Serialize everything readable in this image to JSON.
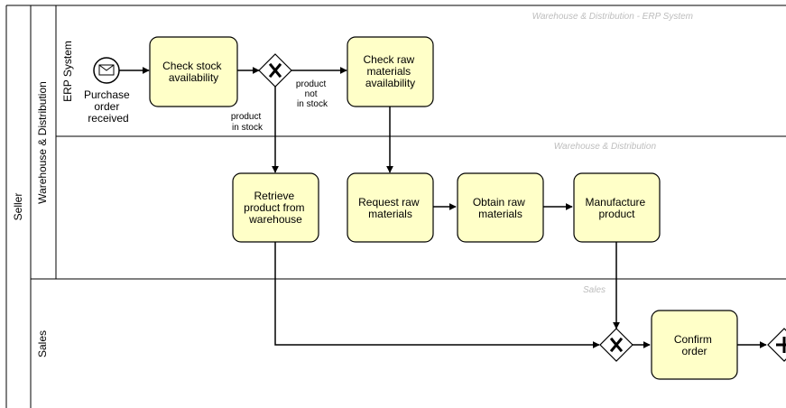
{
  "pool": {
    "label": "Seller"
  },
  "lanes": {
    "warehouse": "Warehouse & Distribution",
    "erp": "ERP System",
    "sales": "Sales"
  },
  "watermarks": {
    "erp": "Warehouse & Distribution - ERP System",
    "warehouse": "Warehouse & Distribution",
    "sales": "Sales"
  },
  "start_event": {
    "icon": "envelope-icon",
    "label_lines": [
      "Purchase",
      "order",
      "received"
    ]
  },
  "tasks": {
    "check_stock": [
      "Check stock",
      "availability"
    ],
    "check_raw": [
      "Check raw",
      "materials",
      "availability"
    ],
    "retrieve": [
      "Retrieve",
      "product from",
      "warehouse"
    ],
    "request_raw": [
      "Request raw",
      "materials"
    ],
    "obtain_raw": [
      "Obtain raw",
      "materials"
    ],
    "manufacture": [
      "Manufacture",
      "product"
    ],
    "confirm": [
      "Confirm",
      "order"
    ]
  },
  "gateways": {
    "exclusive_split": "exclusive-gateway-icon",
    "exclusive_merge": "exclusive-gateway-icon",
    "parallel": "parallel-gateway-icon"
  },
  "flow_labels": {
    "not_in_stock": [
      "product",
      "not",
      "in stock"
    ],
    "in_stock": [
      "product",
      "in stock"
    ]
  },
  "colors": {
    "task_fill": "#ffffc8",
    "line": "#000000",
    "watermark": "#bdbdbd"
  }
}
